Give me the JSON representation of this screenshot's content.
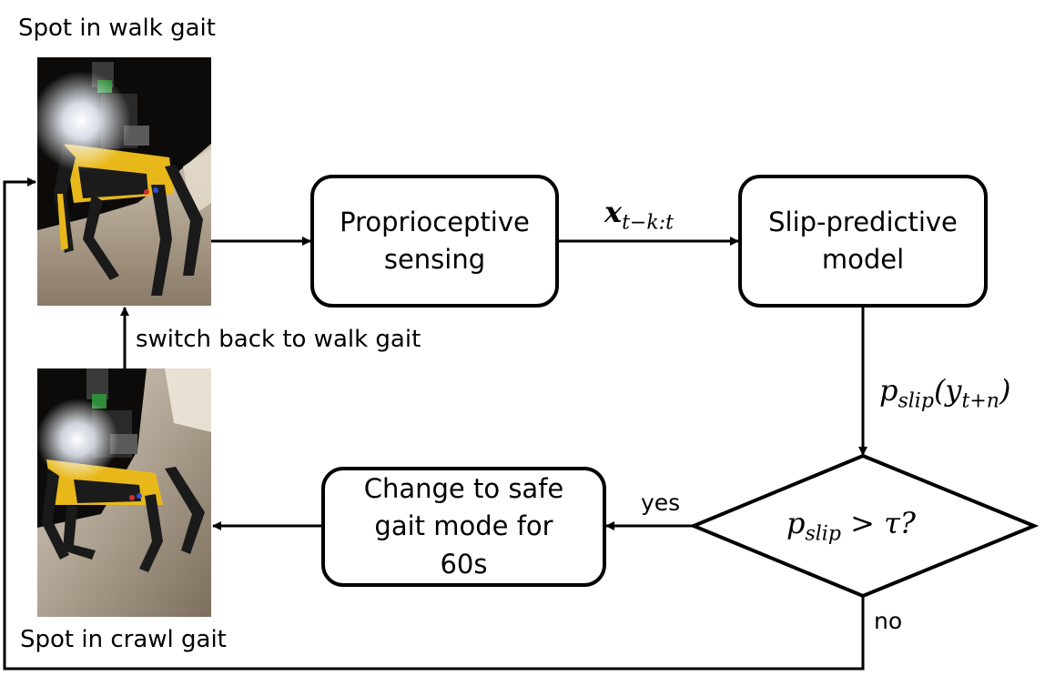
{
  "top_caption": "Spot in walk gait",
  "bottom_caption": "Spot in crawl gait",
  "switch_label": "switch back to walk gait",
  "box_sensing": "Proprioceptive sensing",
  "box_model": "Slip-predictive model",
  "box_change": "Change to safe gait mode for 60s",
  "edge_x_label": {
    "var": "x",
    "sub": "t−k:t"
  },
  "edge_p_label": {
    "var": "p",
    "sub": "slip",
    "arg_var": "y",
    "arg_sub": "t+n"
  },
  "decision": {
    "var": "p",
    "sub": "slip",
    "rest": " > τ?"
  },
  "yes_label": "yes",
  "no_label": "no",
  "colors": {
    "robot_yellow": "#e8b81a",
    "cave_dark": "#0c0b0a",
    "rock": "#b9ab97"
  }
}
